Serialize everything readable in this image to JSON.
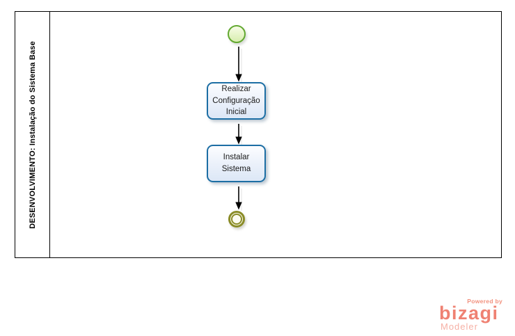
{
  "pool": {
    "label": "DESENVOLVIMENTO: Instalação do Sistema Base"
  },
  "flow": {
    "start_event": {
      "type": "start-event"
    },
    "tasks": [
      {
        "label": "Realizar Configuração Inicial"
      },
      {
        "label": "Instalar Sistema"
      }
    ],
    "end_event": {
      "type": "end-event"
    }
  },
  "branding": {
    "powered_by": "Powered by",
    "brand": "bizagi",
    "product": "Modeler"
  },
  "colors": {
    "task_border": "#1c6ea4",
    "task_fill_top": "#fcfdff",
    "task_fill_bottom": "#dce7f6",
    "start_event_border": "#62a830",
    "start_event_fill": "#e4f3c2",
    "end_event_border": "#8a8c27",
    "end_event_fill": "#fcfbf1",
    "pool_border": "#000000",
    "brand_coral": "#ef8172",
    "brand_coral_light": "#f6b0a5"
  }
}
